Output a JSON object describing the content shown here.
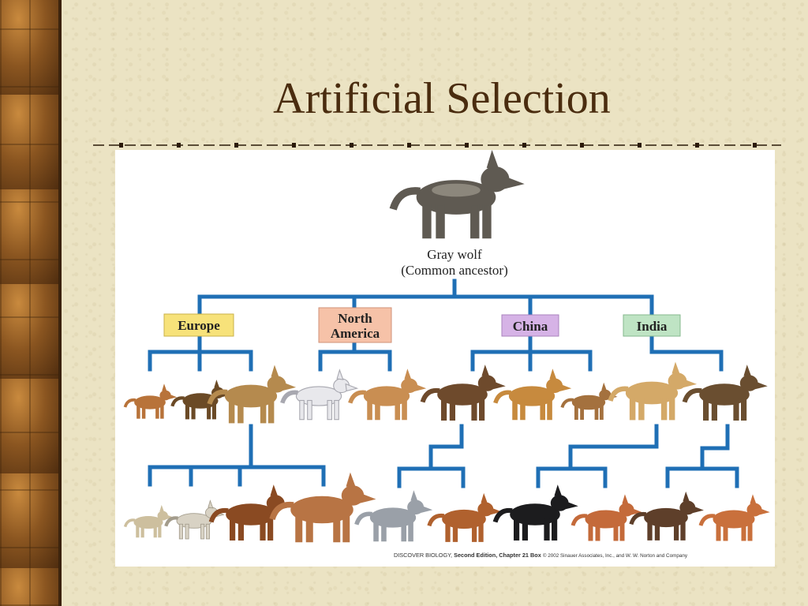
{
  "slide": {
    "title": "Artificial Selection"
  },
  "figure": {
    "ancestor_name": "Gray wolf",
    "ancestor_note": "(Common ancestor)",
    "regions": [
      {
        "lines": [
          "Europe"
        ],
        "color": "#f7e27a"
      },
      {
        "lines": [
          "North",
          "America"
        ],
        "color": "#f6c2a8"
      },
      {
        "lines": [
          "China"
        ],
        "color": "#d6b3e6"
      },
      {
        "lines": [
          "India"
        ],
        "color": "#bfe4c4"
      }
    ],
    "tree_color": "#1f6fb5",
    "credit": {
      "book": "DISCOVER BIOLOGY,",
      "edition": "Second Edition, Chapter 21 Box",
      "rights": "© 2002 Sinauer Associates, Inc., and W. W. Norton and Company"
    }
  }
}
